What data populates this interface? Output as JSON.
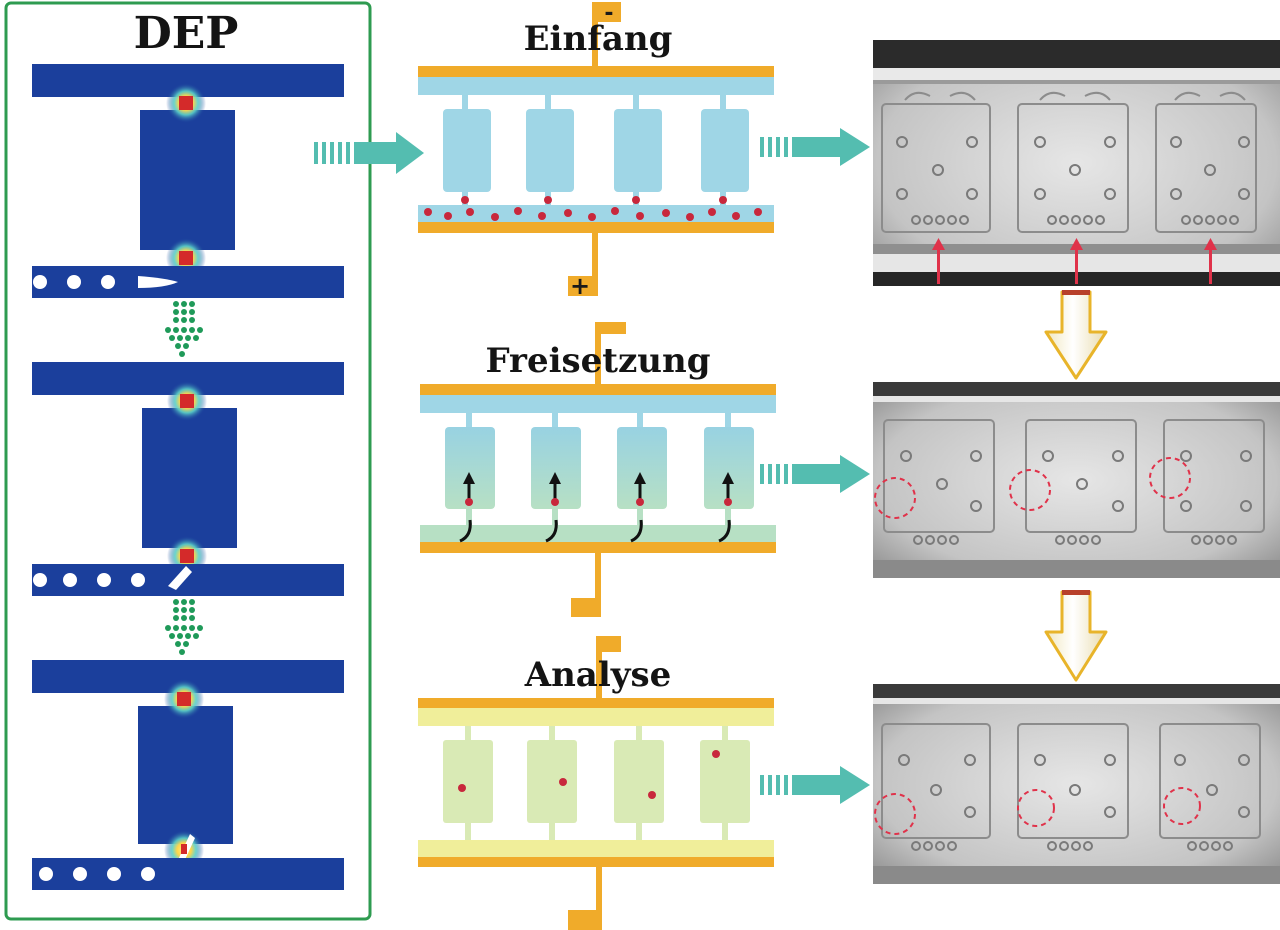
{
  "labels": {
    "dep": "DEP",
    "capture": "Einfang",
    "release": "Freisetzung",
    "analysis": "Analyse",
    "minus": "-",
    "plus": "+"
  },
  "colors": {
    "dep_frame": "#2e9b50",
    "dep_channel": "#1b3f9c",
    "dep_field": "#ffe24a",
    "dep_spot": "#d42a2a",
    "dep_arrow": "#1f9a59",
    "electrode": "#f0ab2a",
    "capture_fill": "#9fd6e6",
    "release_fill_top": "#98d2e2",
    "release_fill_bottom": "#b7e0c4",
    "analysis_fill": "#d9eab5",
    "analysis_bar": "#f0ee9a",
    "cell": "#c8283c",
    "flow_arrow": "#54bdb0",
    "micrograph_bg": "#cbcbcb",
    "micrograph_edge": "#262626",
    "step_arrow_fill": "#fdfae8",
    "step_arrow_stroke": "#e8b42a",
    "marker": "#e0324a"
  },
  "icons": [
    "dotted-down-arrow-icon",
    "flow-arrow-icon",
    "step-arrow-icon",
    "release-arrow-icon"
  ]
}
